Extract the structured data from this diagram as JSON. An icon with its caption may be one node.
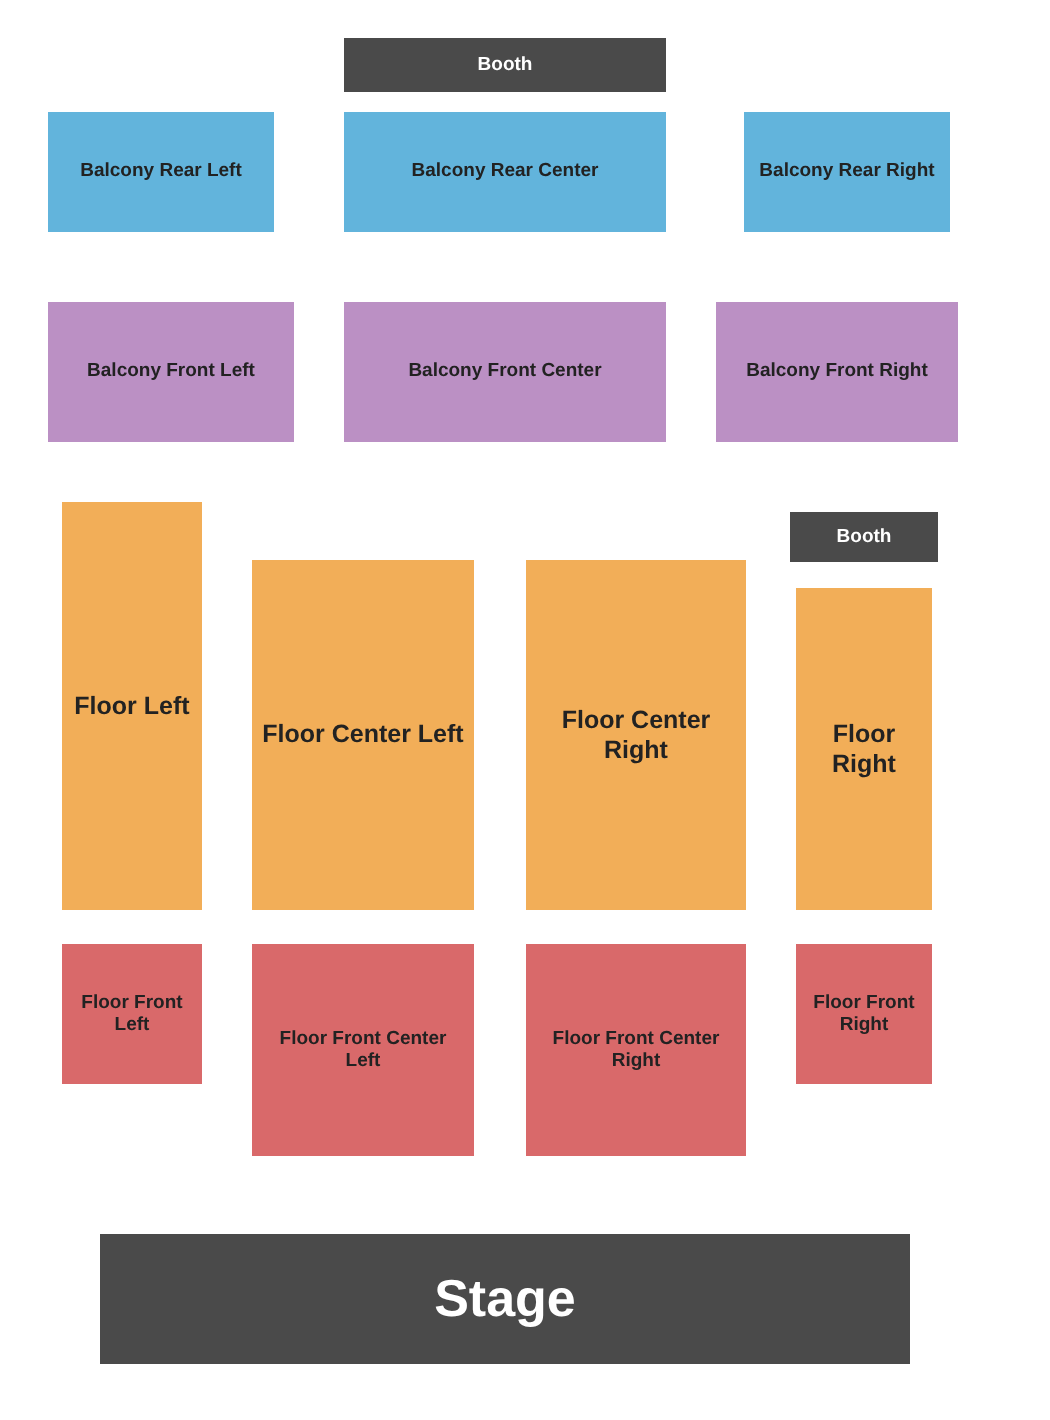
{
  "diagram": {
    "nodes": [
      {
        "text": [
          "Booth"
        ]
      },
      {
        "text": [
          "Balcony Rear Left"
        ]
      },
      {
        "text": [
          "Balcony Rear Center"
        ]
      },
      {
        "text": [
          "Balcony Rear Right"
        ]
      },
      {
        "text": [
          "Balcony Front Left"
        ]
      },
      {
        "text": [
          "Balcony Front Center"
        ]
      },
      {
        "text": [
          "Balcony Front Right"
        ]
      },
      {
        "text": [
          "Floor Left"
        ]
      },
      {
        "text": [
          "Floor Center Left"
        ]
      },
      {
        "text": [
          "Floor Center Right"
        ]
      },
      {
        "text": [
          "Booth"
        ]
      },
      {
        "text": [
          "Floor Right"
        ]
      },
      {
        "text": [
          "Floor Front Left"
        ]
      },
      {
        "text": [
          "Floor Front Center Left"
        ]
      },
      {
        "text": [
          "Floor Front Center Right"
        ]
      },
      {
        "text": [
          "Floor Front Right"
        ]
      },
      {
        "text": [
          "Stage"
        ]
      }
    ]
  }
}
